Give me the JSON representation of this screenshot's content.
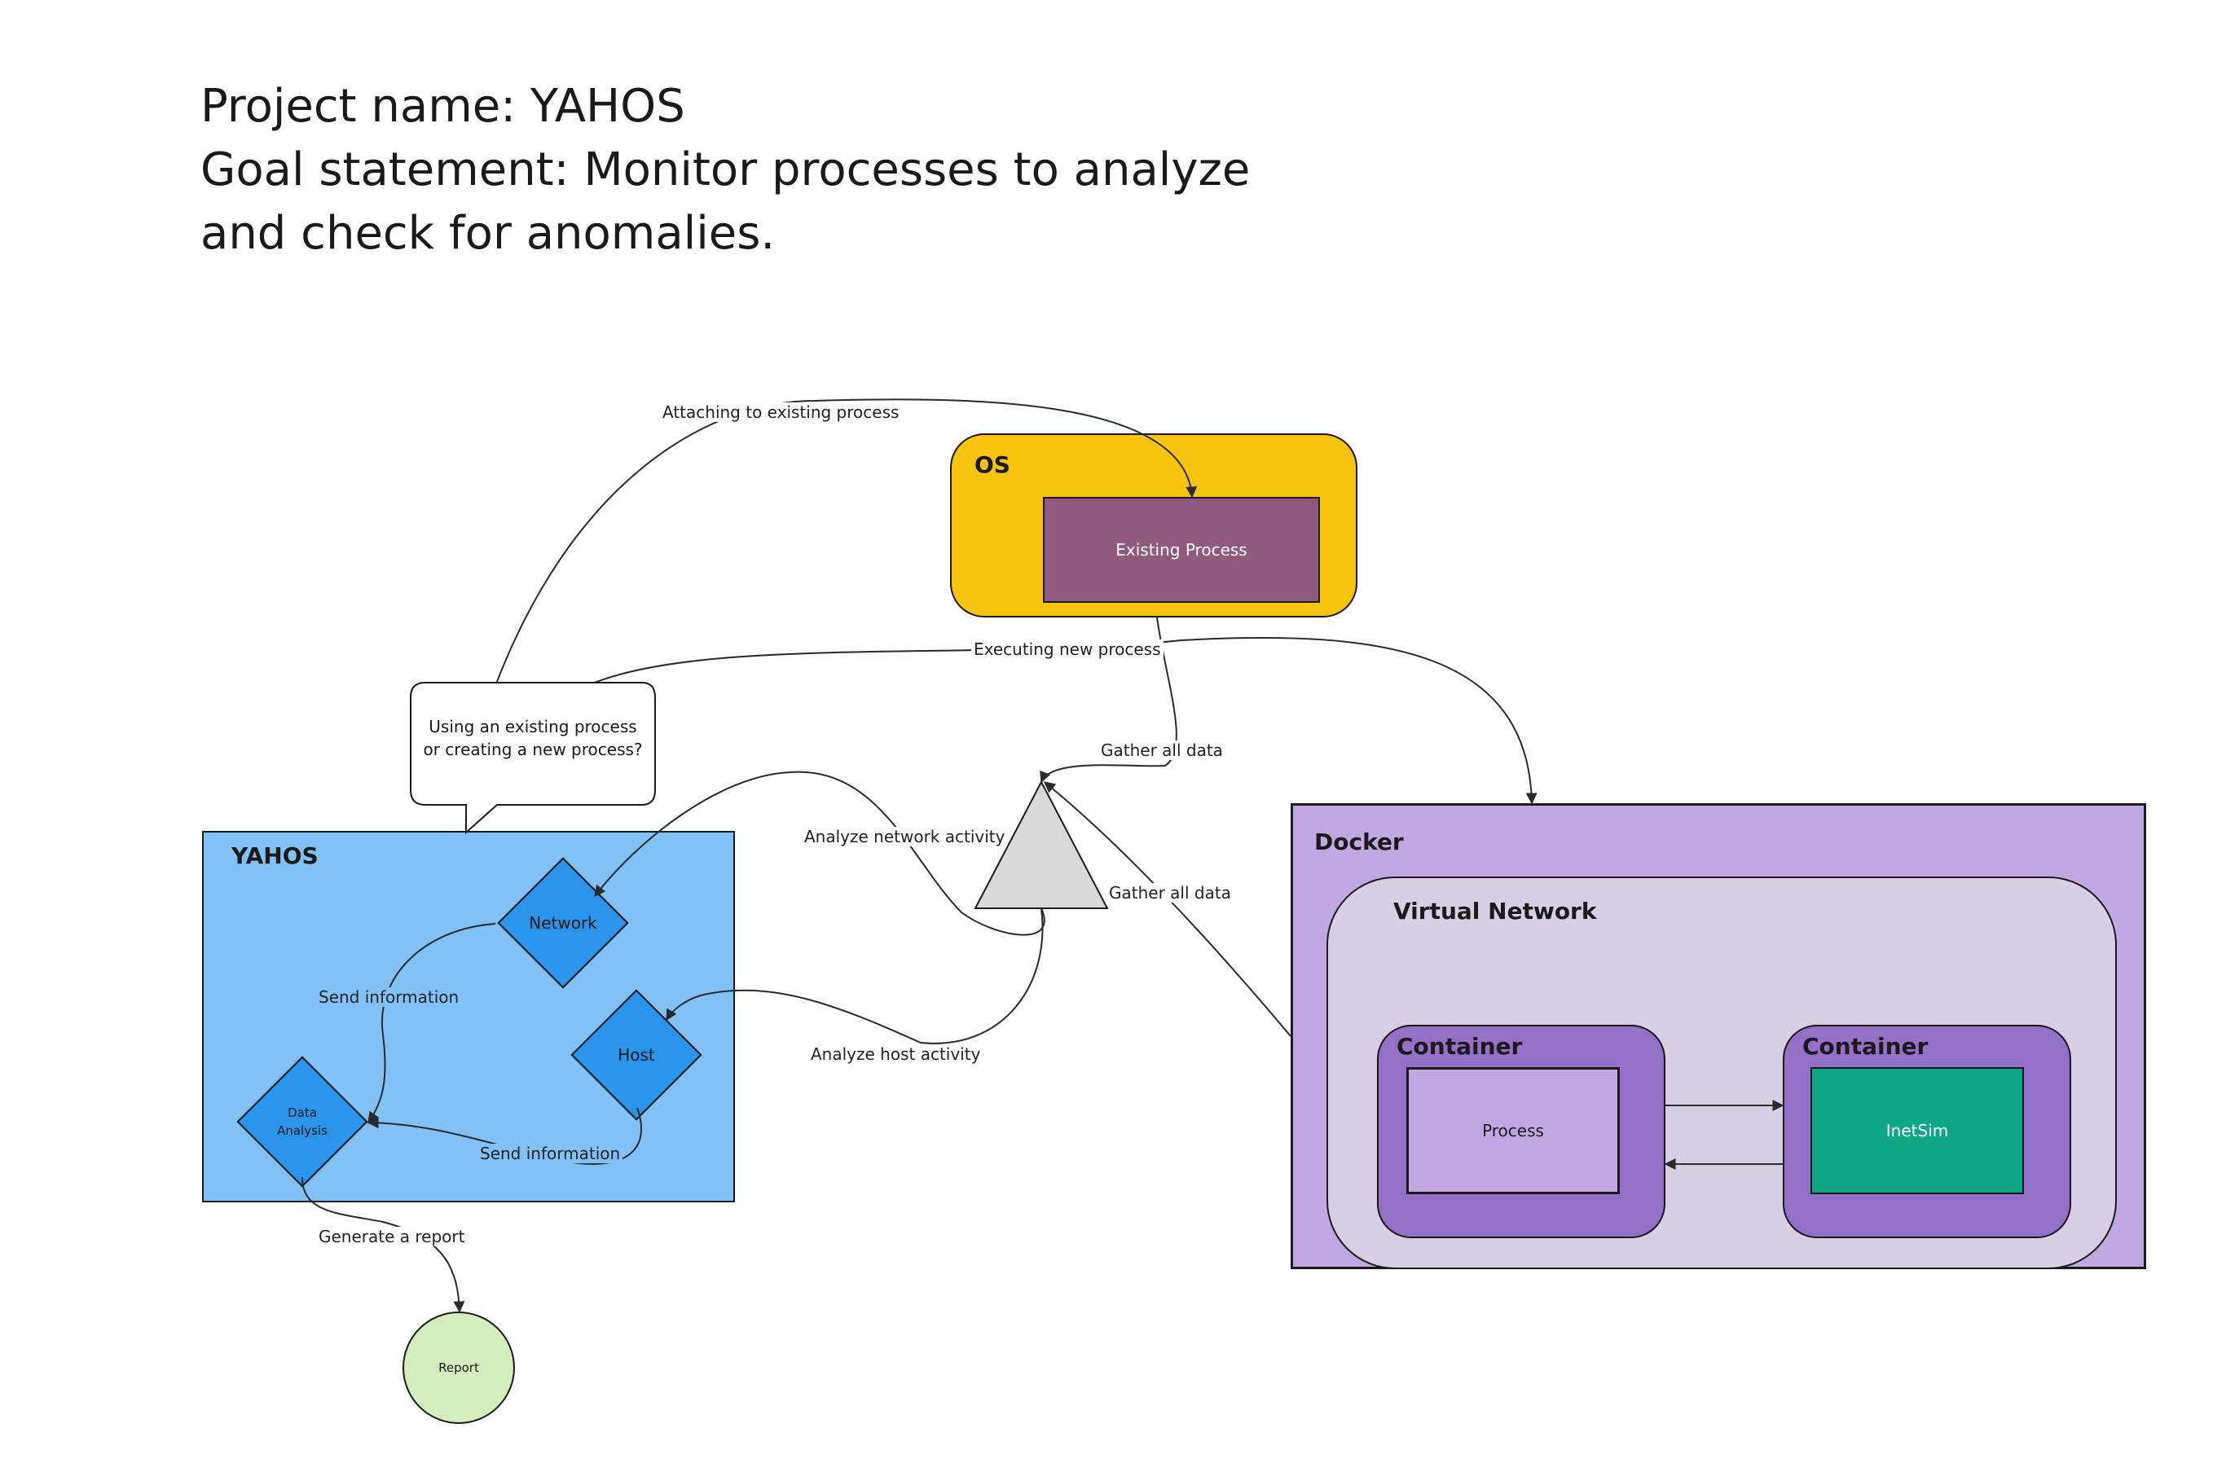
{
  "header": {
    "line1": "Project name: YAHOS",
    "line2": "Goal statement: Monitor processes to analyze",
    "line3": "and check for anomalies."
  },
  "os": {
    "title": "OS",
    "existing_process": "Existing Process",
    "fill": "#f9c410",
    "process_fill": "#8f5a7d"
  },
  "decision": {
    "question": "Using an existing process or creating a new process?"
  },
  "yahos": {
    "title": "YAHOS",
    "fill": "#81c1f6",
    "network": "Network",
    "host": "Host",
    "data_analysis": "Data Analysis",
    "diamond_fill": "#2a94ea"
  },
  "report": {
    "label": "Report",
    "fill": "#d3edbc"
  },
  "docker": {
    "title": "Docker",
    "fill": "#c1a8e2",
    "virtual_network": "Virtual Network",
    "container_left": {
      "title": "Container",
      "process": "Process"
    },
    "container_right": {
      "title": "Container",
      "inetsim": "InetSim"
    },
    "inetsim_fill": "#0ea785"
  },
  "edges": {
    "attaching": "Attaching to existing process",
    "executing": "Executing new process",
    "gather_top": "Gather all data",
    "gather_right": "Gather all data",
    "analyze_network": "Analyze network activity",
    "analyze_host": "Analyze host activity",
    "send_info_network": "Send information",
    "send_info_host": "Send information",
    "generate_report": "Generate a report"
  }
}
